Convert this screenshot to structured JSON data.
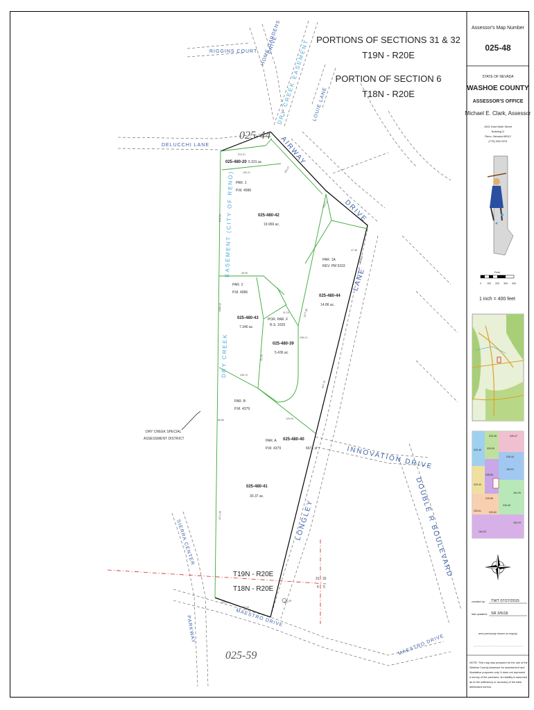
{
  "title": {
    "line1": "PORTIONS OF SECTIONS 31 & 32",
    "line2": "T19N - R20E",
    "line3": "PORTION OF SECTION 6",
    "line4": "T18N - R20E"
  },
  "side_panel": {
    "map_number_label": "Assessor's Map Number",
    "map_number": "025-48",
    "state": "STATE OF NEVADA",
    "county": "WASHOE COUNTY",
    "office": "ASSESSOR'S OFFICE",
    "assessor": "Michael E. Clark, Assessor",
    "address1": "1001 East Ninth Street",
    "address2": "Building D",
    "address3": "Reno, Nevada 89512",
    "phone": "(775) 328-2231",
    "scale_unit": "Feet",
    "scale_ticks": [
      "0",
      "100",
      "200",
      "300",
      "400"
    ],
    "scale_text": "1 inch = 400 feet",
    "created_label": "created by:",
    "created_value": "TWT 07/27/2015",
    "updated_label": "last updated:",
    "updated_value": "SR 3/6/18",
    "prev_shown": "area previously shown on map(s)",
    "note": [
      "NOTE: This map was prepared for the use of the",
      "Washoe County Assessor for assessment and",
      "illustrative purposes only. It does not represent",
      "a survey of the premises. No liability is assumed",
      "as to the sufficiency or accuracy of the data",
      "delineated hereon."
    ],
    "index_labels": [
      "025-48",
      "025-47",
      "025-46",
      "025-59",
      "025-44",
      "164-25",
      "025-56",
      "164-01",
      "025-40",
      "025-58",
      "025-61",
      "025-62",
      "025-45",
      "164-24",
      "164-23"
    ]
  },
  "streets": {
    "riggins": "RIGGINS COURT",
    "home_gardens": "HOME GARDENS",
    "home_gardens2": "DRIVE",
    "dry_creek_easement_top": "DRY CREEK EASEMENT",
    "louie": "LOUIE LANE",
    "delucchi": "DELUCCHI LANE",
    "airway": "AIRWAY",
    "airway_drive": "DRIVE",
    "lane": "LANE",
    "innovation": "INNOVATION DRIVE",
    "double_r": "DOUBLE R BOULEVARD",
    "longley": "LONGLEY",
    "sierra_center": "SIERRA CENTER",
    "parkway": "PARKWAY",
    "maestro": "MAESTRO DRIVE",
    "maestro2": "MAESTRO DRIVE",
    "dry_creek": "DRY CREEK",
    "easement_city": "EASEMENT (CITY OF RENO)"
  },
  "adjacent_maps": {
    "north": "025-44",
    "south": "025-59"
  },
  "parcels": [
    {
      "apn": "025-480-20",
      "area": "5.331 ac."
    },
    {
      "apn": "025-480-42",
      "area": "19.969 ac."
    },
    {
      "apn": "025-480-44",
      "area": "14.86 ac."
    },
    {
      "apn": "025-480-43",
      "area": "7.346 ac."
    },
    {
      "apn": "025-480-39",
      "area": "5.436 ac."
    },
    {
      "apn": "025-480-40",
      "area": "6671 sf"
    },
    {
      "apn": "025-480-41",
      "area": "30.37 ac."
    }
  ],
  "parcel_maps": {
    "par1": "PAR. 1",
    "pm4986a": "P.M. 4986",
    "par2": "PAR. 2",
    "pm4986b": "P.M. 4986",
    "par1a": "PAR. 1A",
    "revpm": "REV. PM 5333",
    "porparf": "POR. PAR. F",
    "rs": "R.S. 1625",
    "parb": "PAR. B",
    "pm4379a": "P.M. 4379",
    "para": "PAR. A",
    "pm4379b": "P.M. 4379"
  },
  "district": {
    "line1": "DRY CREEK SPECIAL",
    "line2": "ASSESSMENT DISTRICT"
  },
  "township": {
    "north": "T19N - R20E",
    "south": "T18N - R20E",
    "sec_tl": "31",
    "sec_tr": "32",
    "sec_bl": "6",
    "sec_br": "5"
  },
  "dims": [
    "512.21",
    "100.21",
    "48.99",
    "813.56",
    "1336.20",
    "436.13",
    "85.80",
    "1071.39",
    "133.59",
    "400.47",
    "613.09",
    "627.78",
    "395.27",
    "369.13",
    "248.14",
    "47.38",
    "42.19",
    "61.45",
    "1377.85",
    "125.03",
    "98.15"
  ],
  "colors": {
    "parcel_line": "#3aa83a",
    "boundary": "#000000",
    "street_label": "#3b5ea8",
    "creek": "#4aa6d8",
    "section_line": "#d02020"
  }
}
